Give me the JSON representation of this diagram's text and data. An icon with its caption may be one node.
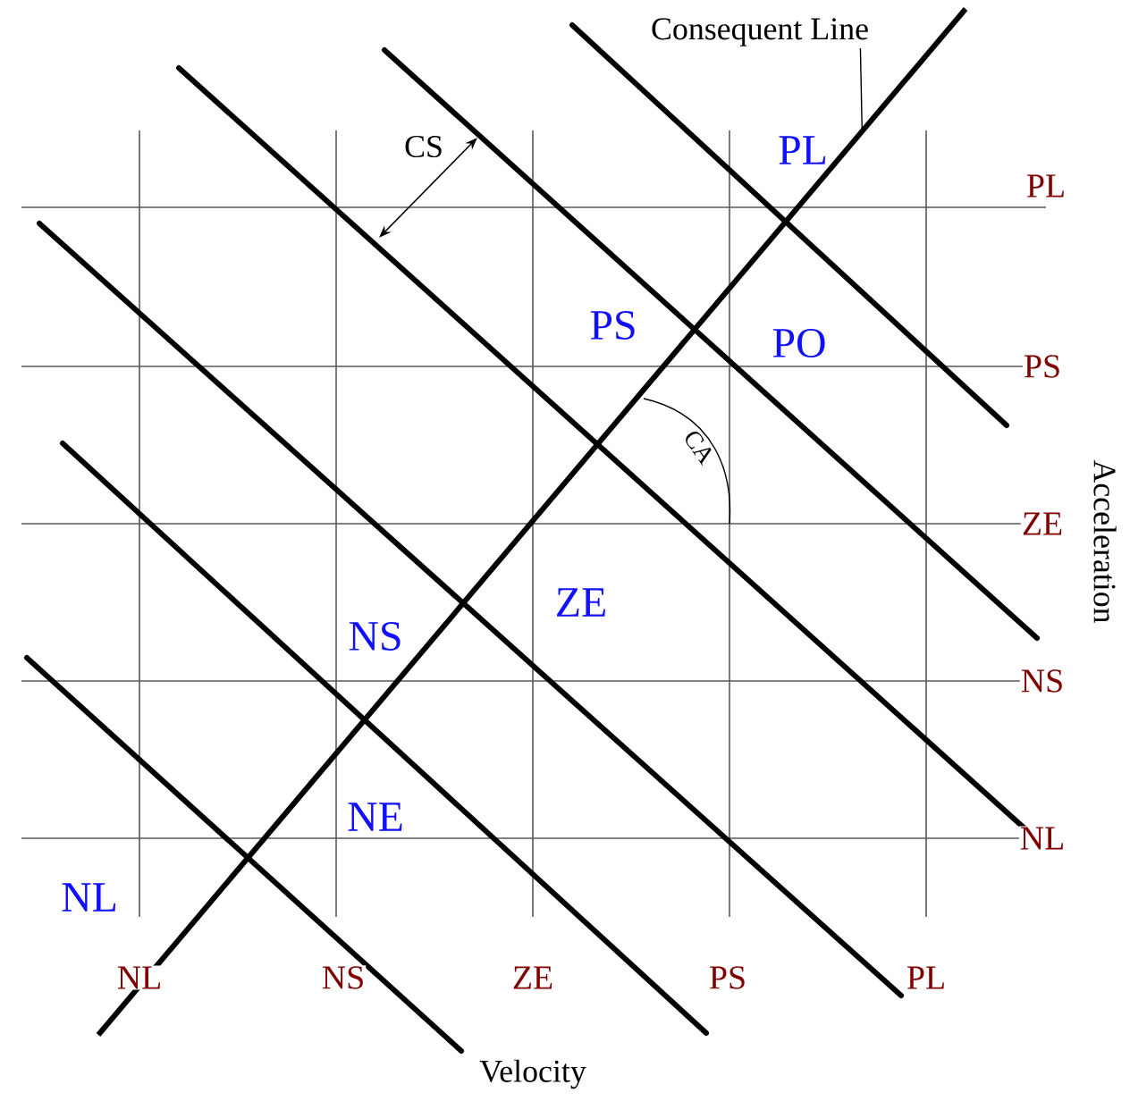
{
  "diagram": {
    "nodes": [
      {
        "text": [
          "Consequent Line"
        ]
      },
      {
        "text": [],
        "shape": "line"
      }
    ],
    "edges": [
      {
        "from": 0,
        "to": 1,
        "arrow": "none"
      }
    ],
    "labels": [
      "CS",
      "PL",
      "PL",
      "PS",
      "PO",
      "PS",
      "CA",
      "ZE",
      "ZE",
      "NS",
      "NS",
      "NE",
      "NL",
      "NL",
      "NL",
      "NS",
      "ZE",
      "PS",
      "PL",
      "Velocity",
      "Acceleration"
    ]
  }
}
